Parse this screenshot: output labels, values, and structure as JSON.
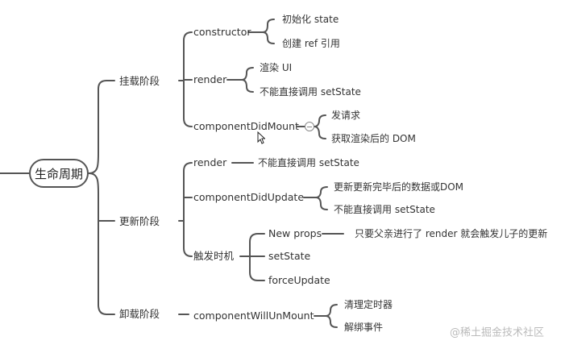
{
  "root": {
    "label": "生命周期"
  },
  "phases": {
    "mount": {
      "label": "挂载阶段",
      "constructor": {
        "label": "constructor",
        "children": [
          "初始化 state",
          "创建 ref 引用"
        ]
      },
      "render": {
        "label": "render",
        "children": [
          "渲染 UI",
          "不能直接调用 setState"
        ]
      },
      "did_mount": {
        "label": "componentDidMount",
        "children": [
          "发请求",
          "获取渲染后的 DOM"
        ]
      }
    },
    "update": {
      "label": "更新阶段",
      "render": {
        "label": "render",
        "children": [
          "不能直接调用 setState"
        ]
      },
      "did_update": {
        "label": "componentDidUpdate",
        "children": [
          "更新更新完毕后的数据或DOM",
          "不能直接调用 setState"
        ]
      },
      "triggers": {
        "label": "触发时机",
        "new_props": {
          "label": "New props",
          "children": [
            "只要父亲进行了 render 就会触发儿子的更新"
          ]
        },
        "set_state": {
          "label": "setState"
        },
        "force_update": {
          "label": "forceUpdate"
        }
      }
    },
    "unmount": {
      "label": "卸载阶段",
      "will_unmount": {
        "label": "componentWillUnMount",
        "children": [
          "清理定时器",
          "解绑事件"
        ]
      }
    }
  },
  "watermark": "@稀土掘金技术社区",
  "colors": {
    "line": "#555555",
    "text": "#333333",
    "watermark": "#bbbbbb"
  }
}
